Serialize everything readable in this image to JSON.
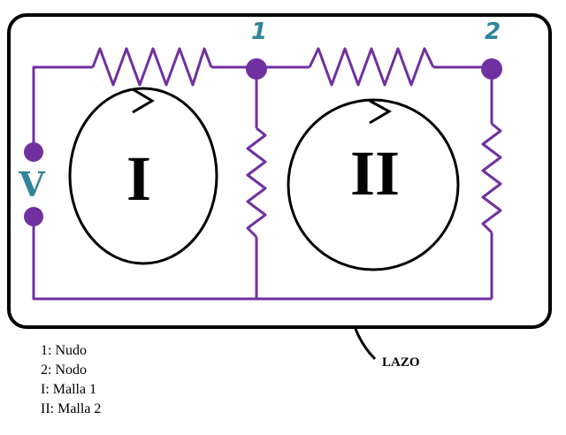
{
  "colors": {
    "wire": "#7030a0",
    "node_dot": "#7030a0",
    "label_accent": "#31849b",
    "frame": "#000000",
    "text": "#000000"
  },
  "nodes": {
    "node_1": "1",
    "node_2": "2"
  },
  "source": {
    "label": "V"
  },
  "meshes": {
    "mesh_1": "I",
    "mesh_2": "II"
  },
  "loop": {
    "label": "LAZO"
  },
  "legend": {
    "items": [
      "1: Nudo",
      "2: Nodo",
      "I: Malla 1",
      "II: Malla 2"
    ]
  }
}
